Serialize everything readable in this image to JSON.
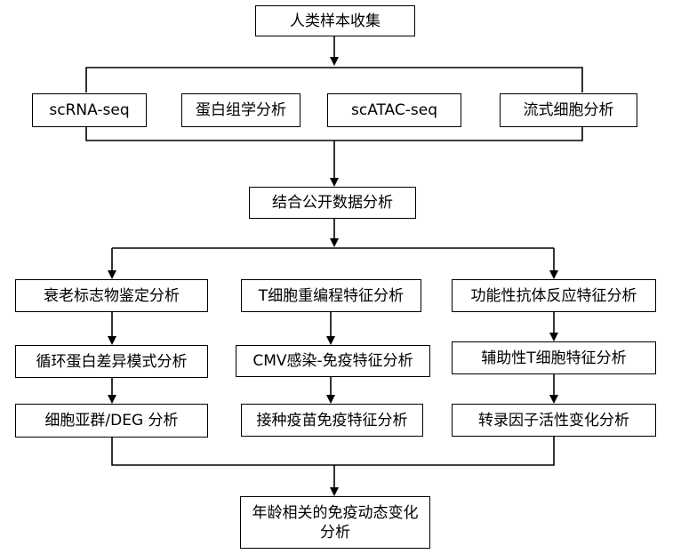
{
  "diagram": {
    "nodes": {
      "sample_collection": "人类样本收集",
      "scrna_seq": "scRNA-seq",
      "proteomics": "蛋白组学分析",
      "scatac_seq": "scATAC-seq",
      "flow_cytometry": "流式细胞分析",
      "public_data": "结合公开数据分析",
      "senescence_markers": "衰老标志物鉴定分析",
      "tcell_reprogramming": "T细胞重编程特征分析",
      "functional_antibody": "功能性抗体反应特征分析",
      "circulating_protein": "循环蛋白差异模式分析",
      "cmv_immune": "CMV感染-免疫特征分析",
      "helper_tcell": "辅助性T细胞特征分析",
      "subsets_deg": "细胞亚群/DEG 分析",
      "vaccine_immune": "接种疫苗免疫特征分析",
      "tf_activity": "转录因子活性变化分析",
      "age_immune_dynamics": "年龄相关的免疫动态变化分析"
    }
  }
}
